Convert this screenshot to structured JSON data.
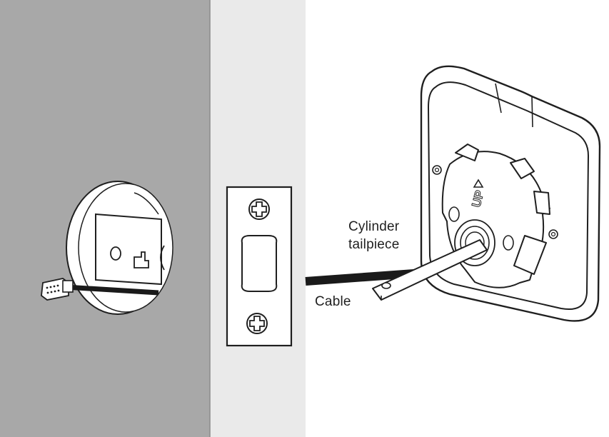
{
  "labels": {
    "cylinder_line1": "Cylinder",
    "cylinder_line2": "tailpiece",
    "cable": "Cable"
  },
  "lock_mark": "UP",
  "colors": {
    "door_face": "#a8a8a8",
    "door_edge": "#eaeaea",
    "outline": "#1f1f1f",
    "cable": "#1a1a1a",
    "background": "#ffffff"
  },
  "icons": [
    "phillips-screw-icon",
    "up-arrow-icon",
    "connector-plug-icon"
  ]
}
